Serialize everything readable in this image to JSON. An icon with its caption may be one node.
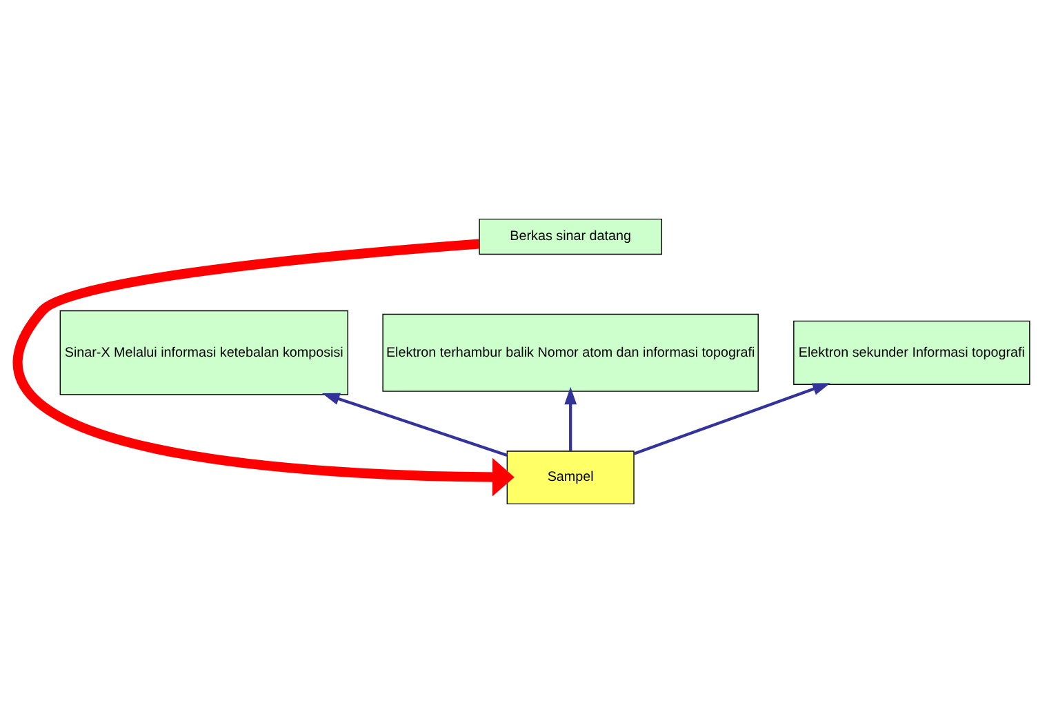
{
  "diagram": {
    "nodes": [
      {
        "text": [
          "Berkas sinar datang"
        ]
      },
      {
        "text": [
          "Sinar-X Melalui informasi ketebalan komposisi"
        ]
      },
      {
        "text": [
          "Elektron terhambur balik Nomor atom dan informasi topografi"
        ]
      },
      {
        "text": [
          "Elektron sekunder Informasi topografi"
        ]
      },
      {
        "text": [
          "Sampel"
        ]
      }
    ],
    "edges": [
      {
        "from": 0,
        "to": 4,
        "arrow": "to",
        "style": "thick",
        "color": "#ff0000"
      },
      {
        "from": 4,
        "to": 1,
        "arrow": "to"
      },
      {
        "from": 4,
        "to": 2,
        "arrow": "to"
      },
      {
        "from": 4,
        "to": 3,
        "arrow": "to"
      }
    ]
  }
}
